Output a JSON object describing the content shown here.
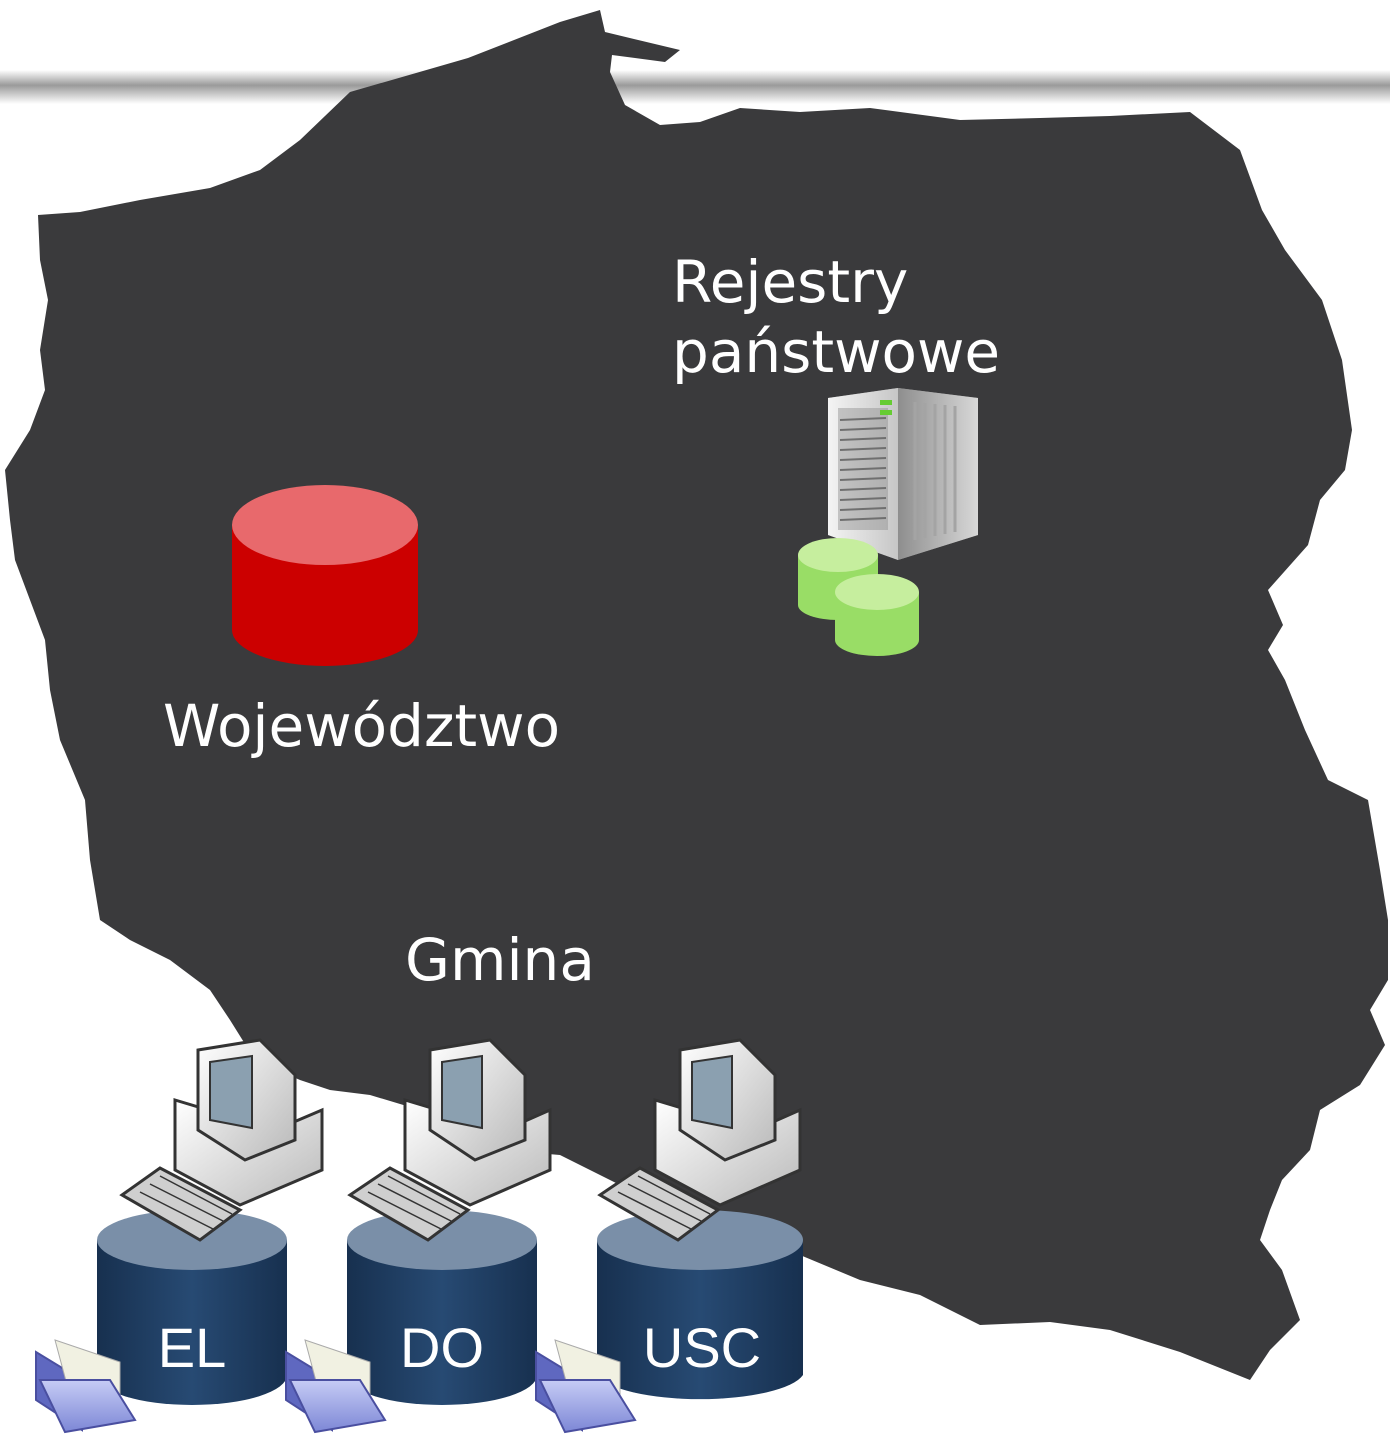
{
  "labels": {
    "rejestry_line1": "Rejestry",
    "rejestry_line2": "państwowe",
    "wojewodztwo": "Województwo",
    "gmina": "Gmina"
  },
  "databases": [
    {
      "label": "EL"
    },
    {
      "label": "DO"
    },
    {
      "label": "USC"
    }
  ],
  "colors": {
    "map_fill": "#3a3a3c",
    "woj_db_red": "#cc0000",
    "registry_db_green": "#99dd66",
    "gmina_db_navy": "#1f3a5f"
  },
  "icons": [
    "poland-map-shape",
    "server-tower-icon",
    "database-icon",
    "computer-workstation-icon",
    "folder-icon"
  ]
}
